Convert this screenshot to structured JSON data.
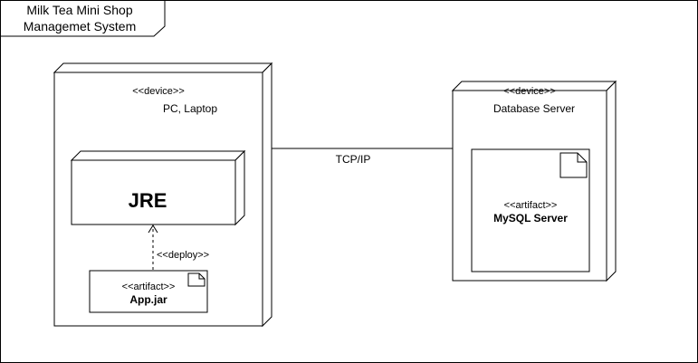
{
  "frame": {
    "title_line1": "Milk Tea Mini Shop",
    "title_line2": "Managemet System"
  },
  "client_node": {
    "stereotype": "<<device>>",
    "name": "PC, Laptop"
  },
  "jre_node": {
    "name": "JRE"
  },
  "deploy_link": {
    "label": "<<deploy>>"
  },
  "app_artifact": {
    "stereotype": "<<artifact>>",
    "name": "App.jar"
  },
  "connection": {
    "label": "TCP/IP"
  },
  "server_node": {
    "stereotype": "<<device>>",
    "name": "Database Server"
  },
  "mysql_artifact": {
    "stereotype": "<<artifact>>",
    "name": "MySQL Server"
  },
  "colors": {
    "stroke": "#000000",
    "fill": "#ffffff"
  }
}
